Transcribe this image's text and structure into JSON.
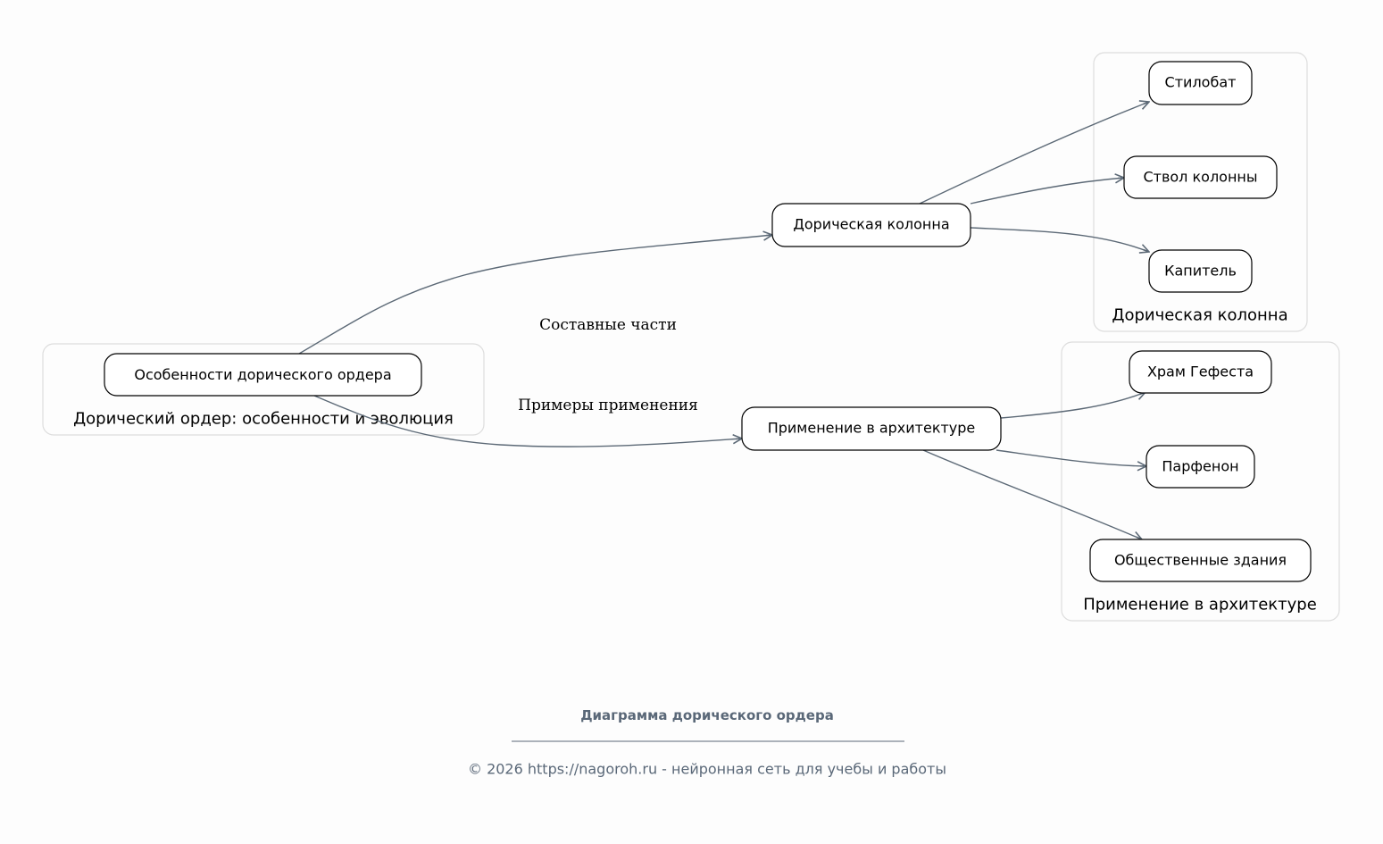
{
  "clusters": {
    "main": "Дорический ордер: особенности и эволюция",
    "column": "Дорическая колонна",
    "usage": "Применение в архитектуре"
  },
  "nodes": {
    "features": "Особенности дорического ордера",
    "column": "Дорическая колонна",
    "usage": "Применение в архитектуре",
    "stylobate": "Стилобат",
    "shaft": "Ствол колонны",
    "capital": "Капитель",
    "hephaestus": "Храм Гефеста",
    "parthenon": "Парфенон",
    "public": "Общественные здания"
  },
  "edge_labels": {
    "parts": "Составные части",
    "examples": "Примеры применения"
  },
  "footer": {
    "title": "Диаграмма дорического ордера",
    "copyright": "© 2026 https://nagoroh.ru - нейронная сеть для учебы и работы"
  },
  "colors": {
    "edge": "#5c6976",
    "footer": "#5a6878"
  }
}
